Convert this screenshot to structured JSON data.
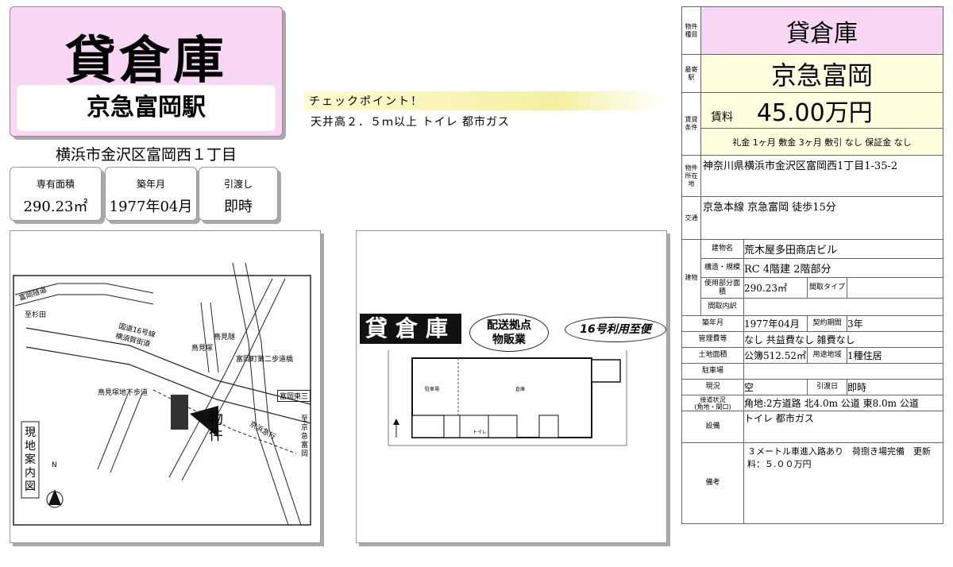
{
  "title": "貸倉庫",
  "station": "京急富岡駅",
  "address": "横浜市金沢区富岡西１丁目",
  "stats": [
    {
      "label": "専有面積",
      "value": "290.23㎡"
    },
    {
      "label": "築年月",
      "value": "1977年04月"
    },
    {
      "label": "引渡し",
      "value": "即時"
    }
  ],
  "checkpoint": {
    "title": "チェックポイント！",
    "text": "天井高２．５ｍ以上 トイレ 都市ガス"
  },
  "map": {
    "caption": "現地案内図",
    "labels": {
      "road1": "富岡隧道",
      "to_sugita": "至杉田",
      "route16": "国道16号線",
      "yokosuka": "横須賀街道",
      "torimi_tunnel": "鳥見隧",
      "torimi": "鳥見塚",
      "tomioka2": "富岡町第二歩道橋",
      "underpass": "鳥見塚地下歩道",
      "tomioka_higashi": "富岡東三",
      "property": "物件",
      "keikyu": "京浜急行",
      "to_station": "至京急富岡",
      "north": "N"
    }
  },
  "plan": {
    "banner": "貸倉庫",
    "bubble1a": "配送拠点",
    "bubble1b": "物販業",
    "bubble2": "16号利用至便",
    "room1": "駐車場",
    "room2": "倉庫",
    "room3": "トイレ"
  },
  "spec": {
    "kind_label": "物件種目",
    "kind": "貸倉庫",
    "station_label": "最寄駅",
    "station": "京急富岡",
    "rent_label": "賃貸条件",
    "rent_sub": "賃料",
    "rent": "45.00万円",
    "conditions": "礼金 1ヶ月 敷金 3ヶ月 敷引 なし 保証金 なし",
    "location_label": "物件所在地",
    "location": "神奈川県横浜市金沢区富岡西1丁目1-35-2",
    "transport_label": "交通",
    "transport": "京急本線 京急富岡 徒歩15分",
    "building_label": "建物",
    "bname_label": "建物名",
    "bname": "荒木屋多田商店ビル",
    "structure_label": "構造・規模",
    "structure": "RC 4階建 2階部分",
    "area_label": "使用部分面積",
    "area": "290.23㎡",
    "layout_type_label": "間取タイプ",
    "layout_label": "間取内訳",
    "built_label": "築年月",
    "built": "1977年04月",
    "contract_label": "契約期間",
    "contract": "3年",
    "mgmt_label": "管理費等",
    "mgmt": "なし 共益費なし 雑費なし",
    "land_label": "土地面積",
    "land": "公簿512.52㎡",
    "zone_label": "用途地域",
    "zone": "1種住居",
    "parking_label": "駐車場",
    "status_label": "現況",
    "status": "空",
    "delivery_label": "引渡日",
    "delivery": "即時",
    "road_label": "接道状況",
    "road_sub": "(角地・間口)",
    "road": "角地:2方道路 北4.0m 公道 東8.0m 公道",
    "facility_label": "設備",
    "facility": "トイレ 都市ガス",
    "remarks_label": "備考",
    "remarks": "３メートル車進入路あり　荷捌き場完備　更新料：５.００万円"
  }
}
